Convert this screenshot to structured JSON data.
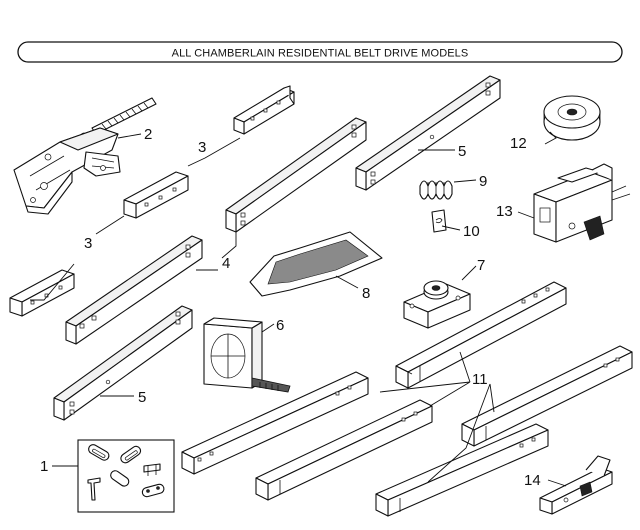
{
  "header": {
    "title": "ALL CHAMBERLAIN RESIDENTIAL BELT DRIVE MODELS"
  },
  "callouts": {
    "c1": "1",
    "c2": "2",
    "c3a": "3",
    "c3b": "3",
    "c4": "4",
    "c5a": "5",
    "c5b": "5",
    "c6": "6",
    "c7": "7",
    "c8": "8",
    "c9": "9",
    "c10": "10",
    "c11": "11",
    "c12": "12",
    "c13": "13",
    "c14": "14"
  },
  "parts": [
    {
      "id": "1",
      "icon": "chain-link-hardware-kit-icon"
    },
    {
      "id": "2",
      "icon": "belt-tensioner-assembly-icon"
    },
    {
      "id": "3",
      "icon": "rail-connector-bracket-icon"
    },
    {
      "id": "4",
      "icon": "rail-section-icon"
    },
    {
      "id": "5",
      "icon": "rail-end-section-icon"
    },
    {
      "id": "6",
      "icon": "belt-roll-icon"
    },
    {
      "id": "7",
      "icon": "idler-pulley-bracket-icon"
    },
    {
      "id": "8",
      "icon": "grease-packet-icon"
    },
    {
      "id": "9",
      "icon": "spring-icon"
    },
    {
      "id": "10",
      "icon": "clip-icon"
    },
    {
      "id": "11",
      "icon": "extension-rail-icon"
    },
    {
      "id": "12",
      "icon": "pulley-icon"
    },
    {
      "id": "13",
      "icon": "trolley-carriage-icon"
    },
    {
      "id": "14",
      "icon": "door-bracket-arm-icon"
    }
  ]
}
